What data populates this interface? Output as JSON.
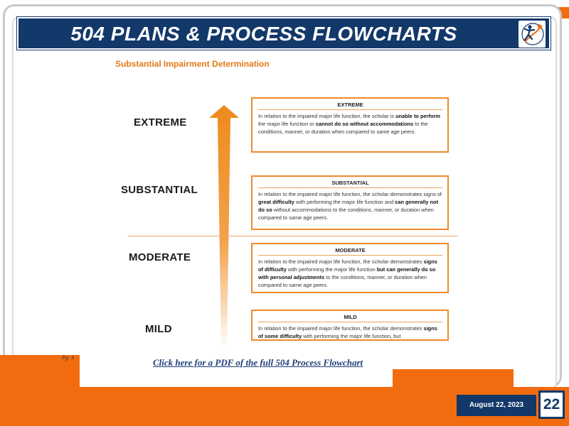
{
  "header": {
    "title": "504 PLANS & PROCESS FLOWCHARTS"
  },
  "figure": {
    "subtitle": "Substantial Impairment Determination",
    "levels": {
      "extreme": "EXTREME",
      "substantial": "SUBSTANTIAL",
      "moderate": "MODERATE",
      "mild": "MILD"
    },
    "cards": {
      "extreme": {
        "title": "EXTREME",
        "t1": "In relation to the impaired major life function, the scholar is ",
        "b1": "unable to perform",
        "t2": " the major life function or ",
        "b2": "cannot do so without accommodations",
        "t3": " to the conditions, manner, or duration when compared to same age peers."
      },
      "substantial": {
        "title": "SUBSTANTIAL",
        "t1": "In relation to the impaired major life function, the scholar demonstrates signs of ",
        "b1": "great difficulty",
        "t2": " with performing the major life function and ",
        "b2": "can generally not do so",
        "t3": " without accommodations to the conditions, manner, or duration when compared to same age peers."
      },
      "moderate": {
        "title": "MODERATE",
        "t1": "In relation to the impaired major life function, the scholar demonstrates ",
        "b1": "signs of difficulty",
        "t2": " with performing the major life function ",
        "b2": "but can generally do so with personal adjustments",
        "t3": " to the conditions, manner, or duration when compared to same age peers."
      },
      "mild": {
        "title": "MILD",
        "t1": "In relation to the impaired major life function, the scholar demonstrates ",
        "b1": "signs of some difficulty",
        "t2": " with performing the major life function, but",
        "b2": "",
        "t3": ""
      }
    }
  },
  "footer": {
    "page_ref": "Pg. 4",
    "pdf_link": "Click here for a PDF of the full 504 Process Flowchart",
    "date": "August 22, 2023",
    "page_number": "22"
  },
  "colors": {
    "navy": "#13386a",
    "orange": "#f26b0f",
    "card_border": "#ee8a2b"
  }
}
